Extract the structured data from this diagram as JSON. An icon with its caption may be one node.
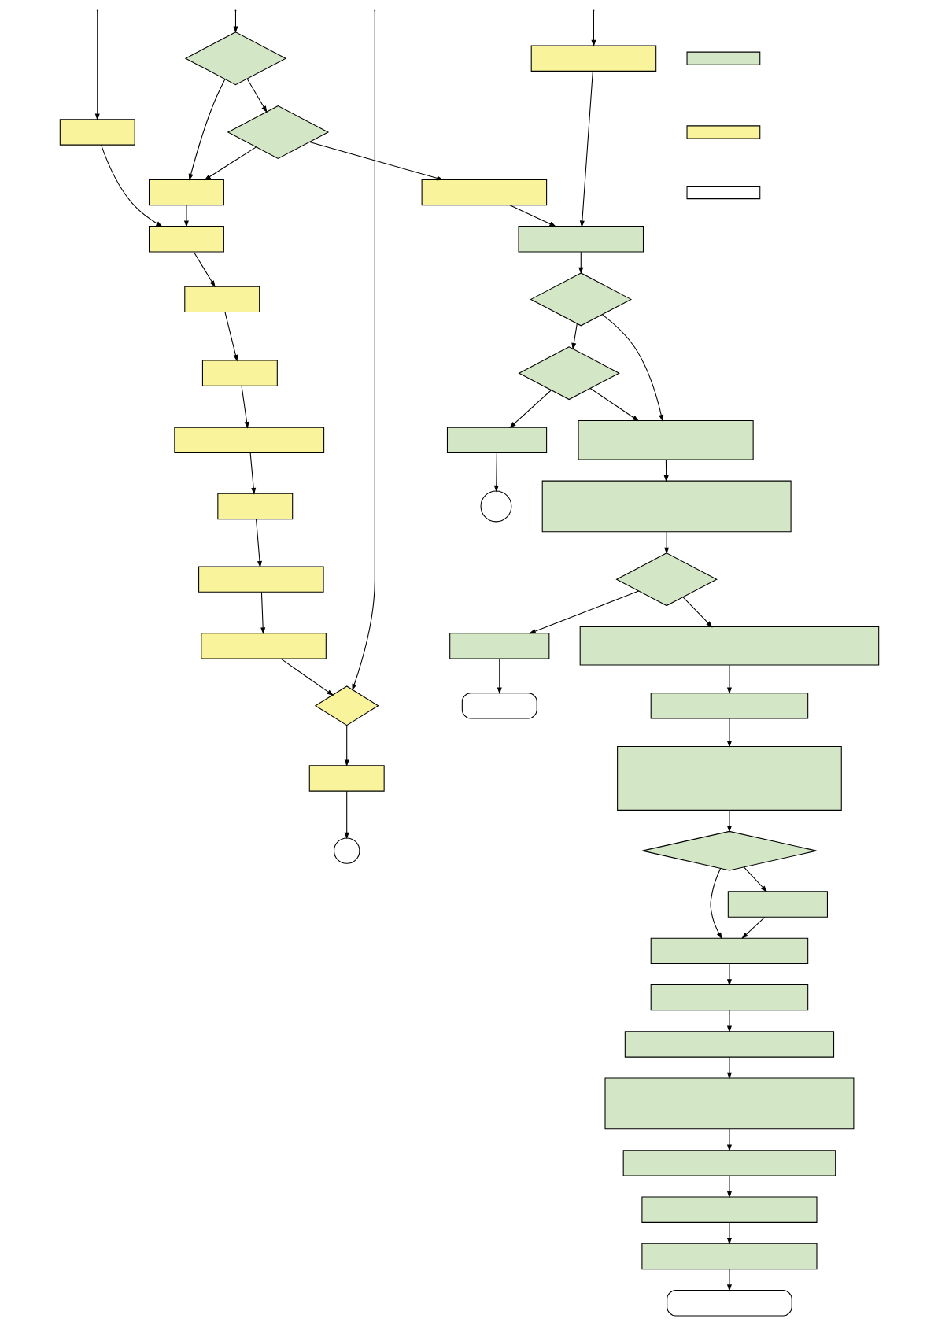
{
  "diagram": {
    "nodes": [
      {
        "text": [],
        "shape": "diamond"
      },
      {
        "text": [],
        "shape": "box"
      },
      {
        "text": [],
        "shape": "box"
      },
      {
        "text": [],
        "shape": "box"
      },
      {
        "text": [],
        "shape": "box"
      },
      {
        "text": [],
        "shape": "box"
      },
      {
        "text": [],
        "shape": "box"
      },
      {
        "text": [],
        "shape": "diamond"
      },
      {
        "text": [],
        "shape": "box"
      },
      {
        "text": [],
        "shape": "box"
      },
      {
        "text": [],
        "shape": "box"
      },
      {
        "text": [],
        "shape": "box"
      },
      {
        "text": [],
        "shape": "box"
      },
      {
        "text": [],
        "shape": "box"
      },
      {
        "text": [],
        "shape": "box"
      },
      {
        "text": [],
        "shape": "diamond"
      },
      {
        "text": [],
        "shape": "diamond"
      },
      {
        "text": [],
        "shape": "box"
      },
      {
        "text": [],
        "shape": "box"
      },
      {
        "text": [],
        "shape": "box"
      },
      {
        "text": [],
        "shape": "diamond"
      },
      {
        "text": [],
        "shape": "circle"
      },
      {
        "text": [],
        "shape": "box"
      },
      {
        "text": [],
        "shape": "box"
      },
      {
        "text": [],
        "shape": "box"
      },
      {
        "text": [],
        "shape": "circle"
      },
      {
        "text": [],
        "shape": "diamond"
      },
      {
        "text": [],
        "shape": "box"
      },
      {
        "text": [],
        "shape": "box"
      },
      {
        "text": [],
        "shape": "box"
      },
      {
        "text": [],
        "shape": "box"
      },
      {
        "text": [],
        "shape": "box"
      },
      {
        "text": [],
        "shape": "diamond"
      },
      {
        "text": [],
        "shape": "box"
      },
      {
        "text": [],
        "shape": "box"
      },
      {
        "text": [],
        "shape": "box"
      },
      {
        "text": [],
        "shape": "box"
      },
      {
        "text": [],
        "shape": "box"
      },
      {
        "text": [],
        "shape": "box"
      },
      {
        "text": [],
        "shape": "box"
      },
      {
        "text": [],
        "shape": "box"
      },
      {
        "text": [],
        "shape": "box"
      }
    ],
    "edges": [
      {
        "from": null,
        "to": 20,
        "arrow": "to"
      },
      {
        "from": null,
        "to": 4,
        "arrow": "to"
      },
      {
        "from": null,
        "to": 0,
        "arrow": "to"
      },
      {
        "from": null,
        "to": 12,
        "arrow": "to"
      },
      {
        "from": 0,
        "to": 7,
        "arrow": "to"
      },
      {
        "from": 0,
        "to": 6,
        "arrow": "to"
      },
      {
        "from": 7,
        "to": 6,
        "arrow": "to"
      },
      {
        "from": 6,
        "to": 5,
        "arrow": "to"
      },
      {
        "from": 4,
        "to": 5,
        "arrow": "to"
      },
      {
        "from": 5,
        "to": 8,
        "arrow": "to"
      },
      {
        "from": 8,
        "to": 9,
        "arrow": "to"
      },
      {
        "from": 9,
        "to": 13,
        "arrow": "to"
      },
      {
        "from": 13,
        "to": 14,
        "arrow": "to"
      },
      {
        "from": 14,
        "to": 18,
        "arrow": "to"
      },
      {
        "from": 18,
        "to": 19,
        "arrow": "to"
      },
      {
        "from": 19,
        "to": 20,
        "arrow": "to"
      },
      {
        "from": 7,
        "to": 10,
        "arrow": "to"
      },
      {
        "from": 10,
        "to": 11,
        "arrow": "to"
      },
      {
        "from": 12,
        "to": 11,
        "arrow": "to"
      },
      {
        "from": 11,
        "to": 15,
        "arrow": "to"
      },
      {
        "from": 15,
        "to": 16,
        "arrow": "to"
      },
      {
        "from": 16,
        "to": 17,
        "arrow": "to"
      },
      {
        "from": 15,
        "to": 22,
        "arrow": "to"
      },
      {
        "from": 16,
        "to": 22,
        "arrow": "to"
      },
      {
        "from": 17,
        "to": 21,
        "arrow": "to"
      },
      {
        "from": 20,
        "to": 23,
        "arrow": "to"
      },
      {
        "from": 23,
        "to": 25,
        "arrow": "to"
      },
      {
        "from": 22,
        "to": 24,
        "arrow": "to"
      },
      {
        "from": 24,
        "to": 26,
        "arrow": "to"
      },
      {
        "from": 26,
        "to": 27,
        "arrow": "to"
      },
      {
        "from": 27,
        "to": 28,
        "arrow": "to"
      },
      {
        "from": 26,
        "to": 29,
        "arrow": "to"
      },
      {
        "from": 29,
        "to": 30,
        "arrow": "to"
      },
      {
        "from": 30,
        "to": 31,
        "arrow": "to"
      },
      {
        "from": 31,
        "to": 32,
        "arrow": "to"
      },
      {
        "from": 32,
        "to": 33,
        "arrow": "to"
      },
      {
        "from": 32,
        "to": 34,
        "arrow": "to"
      },
      {
        "from": 33,
        "to": 34,
        "arrow": "to"
      },
      {
        "from": 34,
        "to": 35,
        "arrow": "to"
      },
      {
        "from": 35,
        "to": 36,
        "arrow": "to"
      },
      {
        "from": 36,
        "to": 37,
        "arrow": "to"
      },
      {
        "from": 37,
        "to": 38,
        "arrow": "to"
      },
      {
        "from": 38,
        "to": 39,
        "arrow": "to"
      },
      {
        "from": 39,
        "to": 40,
        "arrow": "to"
      },
      {
        "from": 40,
        "to": 41,
        "arrow": "to"
      }
    ]
  }
}
